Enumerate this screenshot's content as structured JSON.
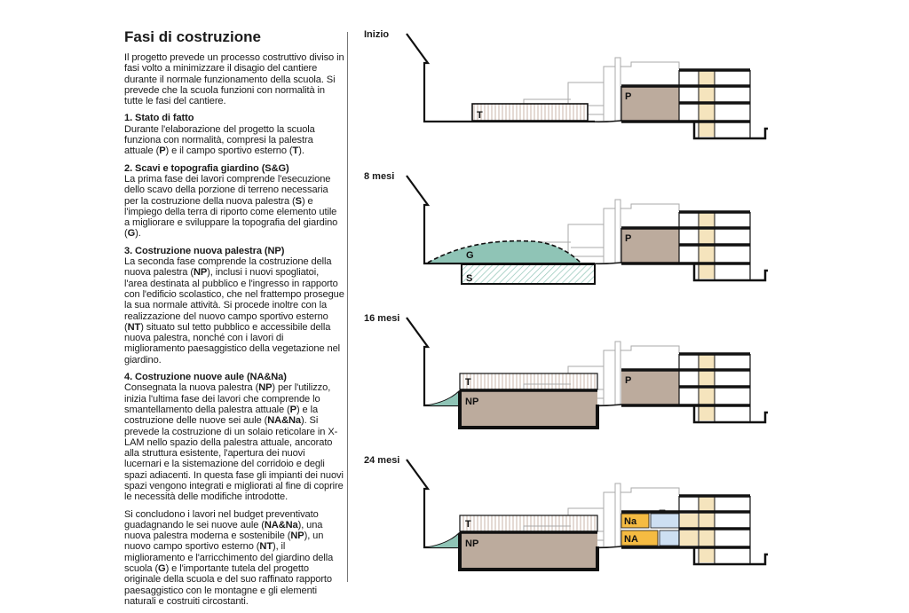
{
  "title": "Fasi di costruzione",
  "intro": "Il progetto prevede un processo costruttivo diviso in fasi volto a minimizzare il disagio del cantiere durante il normale funzionamento della scuola. Si prevede che la scuola funzioni con normalità in tutte le fasi del cantiere.",
  "sections": [
    {
      "heading": "1. Stato di fatto",
      "body_parts": [
        "Durante l'elaborazione del progetto la scuola funziona con normalità, compresi la palestra attuale (",
        "P",
        ") e il campo sportivo esterno (",
        "T",
        ")."
      ]
    },
    {
      "heading": "2. Scavi e topografia giardino (S&G)",
      "body_parts": [
        "La prima fase dei lavori comprende l'esecuzione dello scavo della porzione di terreno necessaria per la costruzione della nuova palestra (",
        "S",
        ") e l'impiego della terra di riporto come elemento utile a migliorare e sviluppare la topografia del giardino (",
        "G",
        ")."
      ]
    },
    {
      "heading": "3. Costruzione nuova palestra (NP)",
      "body_parts": [
        "La seconda fase comprende la costruzione della nuova palestra (",
        "NP",
        "), inclusi i nuovi spogliatoi, l'area destinata al pubblico e l'ingresso in rapporto con l'edificio scolastico, che nel frattempo prosegue la sua normale attività. Si procede inoltre con la realizzazione del nuovo campo sportivo esterno (",
        "NT",
        ") situato sul tetto pubblico e accessibile della nuova palestra, nonché con i lavori di miglioramento paesaggistico della vegetazione nel giardino."
      ]
    },
    {
      "heading": "4. Costruzione nuove aule (NA&Na)",
      "body_parts": [
        "Consegnata la nuova palestra (",
        "NP",
        ") per l'utilizzo, inizia l'ultima fase dei lavori che comprende lo smantellamento della palestra attuale (",
        "P",
        ") e la costruzione delle nuove sei aule (",
        "NA&Na",
        "). Si prevede la costruzione di un solaio reticolare in X-LAM nello spazio della palestra attuale, ancorato alla struttura esistente, l'apertura dei nuovi lucernari e la sistemazione del corridoio e degli spazi adiacenti. In questa fase gli impianti dei nuovi spazi vengono integrati e migliorati al fine di coprire le necessità delle modifiche introdotte."
      ]
    }
  ],
  "conclusion_parts": [
    "Si concludono i lavori nel budget preventivato guadagnando le sei nuove aule (",
    "NA&Na",
    "), una nuova palestra moderna e sostenibile (",
    "NP",
    "), un nuovo campo sportivo esterno (",
    "NT",
    "), il miglioramento e l'arricchimento del giardino della scuola (",
    "G",
    ") e l'importante tutela del progetto originale della scuola e del suo raffinato rapporto paesaggistico con le montagne e gli elementi naturali e costruiti circostanti."
  ],
  "phases": [
    {
      "label": "Inizio",
      "stage": "stato-di-fatto",
      "tags": {
        "field": "T",
        "gym": "P"
      }
    },
    {
      "label": "8 mesi",
      "stage": "scavi",
      "tags": {
        "garden": "G",
        "excavation": "S",
        "gym": "P"
      }
    },
    {
      "label": "16 mesi",
      "stage": "nuova-palestra",
      "tags": {
        "roof_field": "T",
        "new_gym": "NP",
        "gym": "P"
      }
    },
    {
      "label": "24 mesi",
      "stage": "nuove-aule",
      "tags": {
        "roof_field": "T",
        "new_gym": "NP",
        "classroom_small": "Na",
        "classroom_large": "NA"
      }
    }
  ],
  "colors": {
    "gym": "#bcab9d",
    "stair": "#f5e4bd",
    "garden": "#8fc4b6",
    "classroom": "#f5bb42",
    "corridor": "#cddff2",
    "outline": "#aaaaaa",
    "ink": "#111111"
  }
}
